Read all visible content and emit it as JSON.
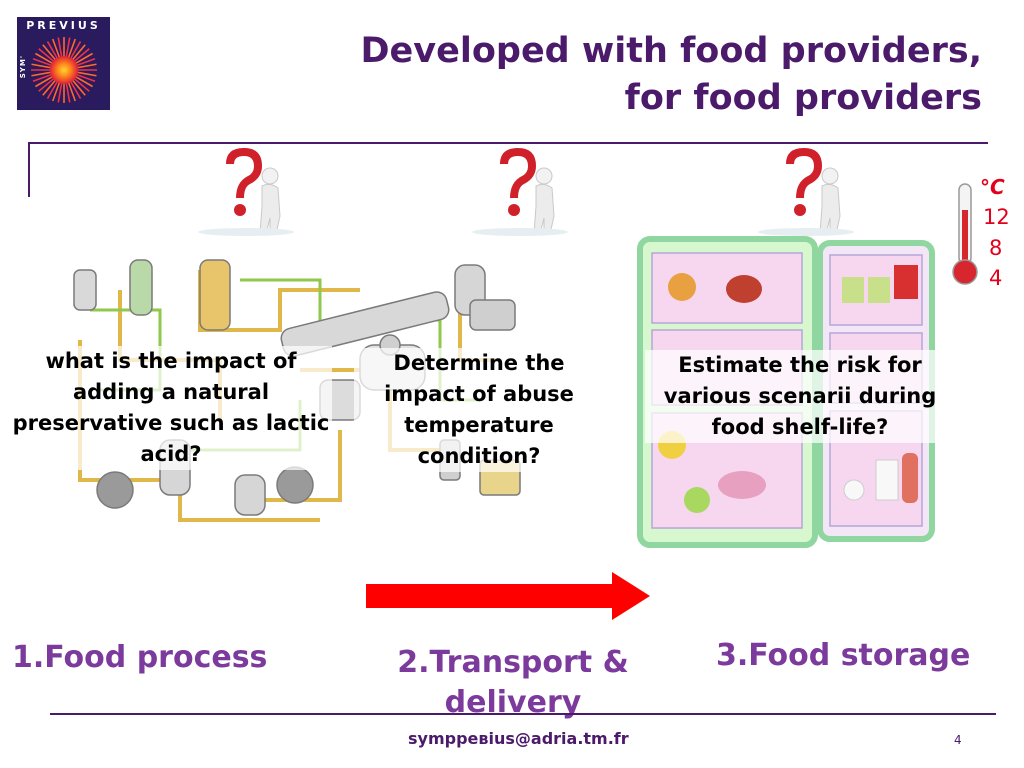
{
  "logo": {
    "text": "PREVIUS",
    "side_text": "SYM'"
  },
  "title": {
    "line1": "Developed with food providers,",
    "line2": "for food providers"
  },
  "questions": {
    "food_process": "what is the impact of adding a natural preservative such as lactic acid?",
    "transport": "Determine the impact of abuse temperature condition?",
    "storage": "Estimate the risk for various scenarii during food shelf-life?"
  },
  "temperature": {
    "unit": "°C",
    "values": [
      "12",
      "8",
      "4"
    ]
  },
  "stages": {
    "stage1": "1.Food process",
    "stage2": "2.Transport & delivery",
    "stage3": "3.Food storage"
  },
  "footer": {
    "email": "sympревius@adria.tm.fr",
    "page": "4"
  },
  "colors": {
    "title": "#4b1a6a",
    "stage": "#7b3a9c",
    "arrow": "#ff0000",
    "temperature": "#e3001b",
    "question_mark": "#d0202a"
  },
  "icons": {
    "question_figure": "question-mark-person-icon",
    "thermometer": "thermometer-icon",
    "arrow": "right-arrow-icon",
    "logo": "sun-logo-icon"
  }
}
